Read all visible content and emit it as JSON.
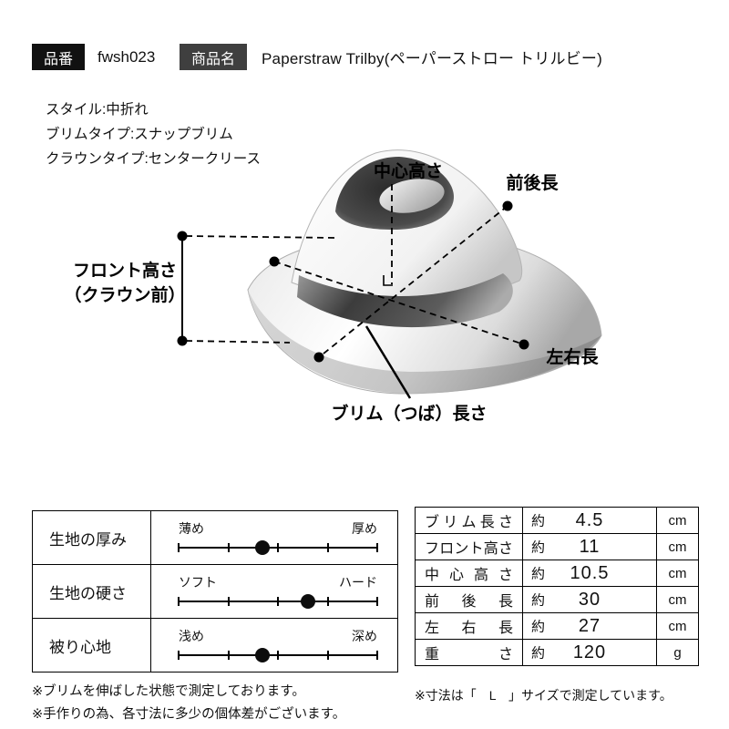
{
  "header": {
    "item_code_label": "品番",
    "item_code": "fwsh023",
    "product_name_label": "商品名",
    "product_name": "Paperstraw Trilby(ペーパーストロー トリルビー)"
  },
  "specs": [
    "スタイル:中折れ",
    "ブリムタイプ:スナップブリム",
    "クラウンタイプ:センタークリース"
  ],
  "diagram": {
    "labels": {
      "center_height": "中心高さ",
      "front_back_length": "前後長",
      "front_height_line1": "フロント高さ",
      "front_height_line2": "（クラウン前）",
      "left_right_length": "左右長",
      "brim_length": "ブリム（つば）長さ"
    }
  },
  "sliders": {
    "rows": [
      {
        "label": "生地の厚み",
        "left": "薄め",
        "right": "厚め",
        "value_percent": 42
      },
      {
        "label": "生地の硬さ",
        "left": "ソフト",
        "right": "ハード",
        "value_percent": 65
      },
      {
        "label": "被り心地",
        "left": "浅め",
        "right": "深め",
        "value_percent": 42
      }
    ]
  },
  "measurements": {
    "rows": [
      {
        "label": "ブリム長さ",
        "approx": "約",
        "value": "4.5",
        "unit": "cm"
      },
      {
        "label": "フロント高さ",
        "approx": "約",
        "value": "11",
        "unit": "cm"
      },
      {
        "label": "中心高さ",
        "approx": "約",
        "value": "10.5",
        "unit": "cm"
      },
      {
        "label": "前後長",
        "approx": "約",
        "value": "30",
        "unit": "cm"
      },
      {
        "label": "左右長",
        "approx": "約",
        "value": "27",
        "unit": "cm"
      },
      {
        "label": "重さ",
        "approx": "約",
        "value": "120",
        "unit": "g"
      }
    ]
  },
  "footnotes": {
    "left": [
      "※ブリムを伸ばした状態で測定しております。",
      "※手作りの為、各寸法に多少の個体差がございます。"
    ],
    "right": "※寸法は「　L　」サイズで測定しています。"
  },
  "colors": {
    "item_code_tag_bg": "#111111",
    "product_name_tag_bg": "#3f3f3f",
    "line_color": "#000000"
  }
}
